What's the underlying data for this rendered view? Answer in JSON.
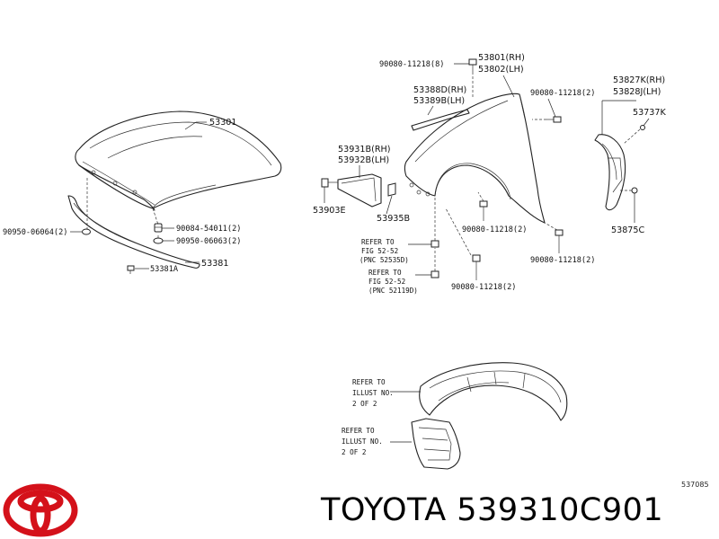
{
  "labels": {
    "hood": "53301",
    "hood_seal": "53381",
    "hood_seal_clip": "53381A",
    "plug_left": "90950-06064(2)",
    "cushion": "90084-54011(2)",
    "plug_right": "90950-06063(2)",
    "bolt_top": "90080-11218(8)",
    "fender_rh": "53801(RH)",
    "fender_lh": "53802(LH)",
    "molding_rh": "53388D(RH)",
    "molding_lh": "53389B(LH)",
    "bolt_fender_top": "90080-11218(2)",
    "liner_rh": "53827K(RH)",
    "liner_lh": "53828J(LH)",
    "liner_clip_top": "53737K",
    "seal_rh": "53931B(RH)",
    "seal_lh": "53932B(LH)",
    "clip_seal": "53903E",
    "retainer": "53935B",
    "bolt_mid": "90080-11218(2)",
    "bolt_right": "90080-11218(2)",
    "bolt_lower": "90080-11218(2)",
    "liner_clip_bottom": "53875C",
    "ref_a_1": "REFER TO",
    "ref_a_2": "FIG 52-52",
    "ref_a_3": "(PNC 52535D)",
    "ref_b_1": "REFER TO",
    "ref_b_2": "FIG 52-52",
    "ref_b_3": "(PNC 52119D)",
    "illust_a_1": "REFER TO",
    "illust_a_2": "ILLUST NO.",
    "illust_a_3": "2 OF 2",
    "illust_b_1": "REFER TO",
    "illust_b_2": "ILLUST NO.",
    "illust_b_3": "2 OF 2"
  },
  "diagram_code": "537085",
  "brand": {
    "name": "TOYOTA",
    "part_number": "539310C901",
    "logo_color": "#d4111a"
  }
}
